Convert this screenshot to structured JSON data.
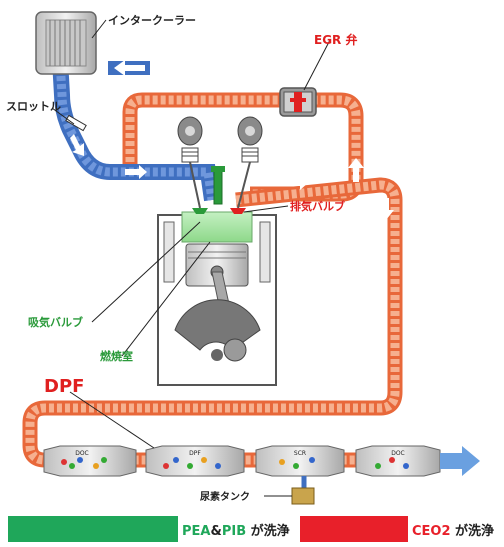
{
  "labels": {
    "intercooler": "インタークーラー",
    "egr_valve": "EGR 弁",
    "throttle": "スロットル",
    "exhaust_valve": "排気バルブ",
    "intake_valve": "吸気バルブ",
    "combustion_chamber": "燃焼室",
    "dpf": "DPF",
    "urea_tank": "尿素タンク"
  },
  "aftertreatment": {
    "doc1": "DOC",
    "dpf": "DPF",
    "scr": "SCR",
    "doc2": "DOC"
  },
  "legend": {
    "pea_prefix": "PEA",
    "amp": "&",
    "pib": "PIB",
    "pea_suffix": " が洗浄",
    "ceo2": "CEO2",
    "ceo2_suffix": " が洗浄"
  },
  "colors": {
    "intake_blue": "#3f6fc0",
    "exhaust_orange": "#e8683a",
    "pea_green": "#1fa75a",
    "ceo2_red": "#e8202a",
    "label_red": "#e02020",
    "label_green": "#2a9a3a"
  }
}
